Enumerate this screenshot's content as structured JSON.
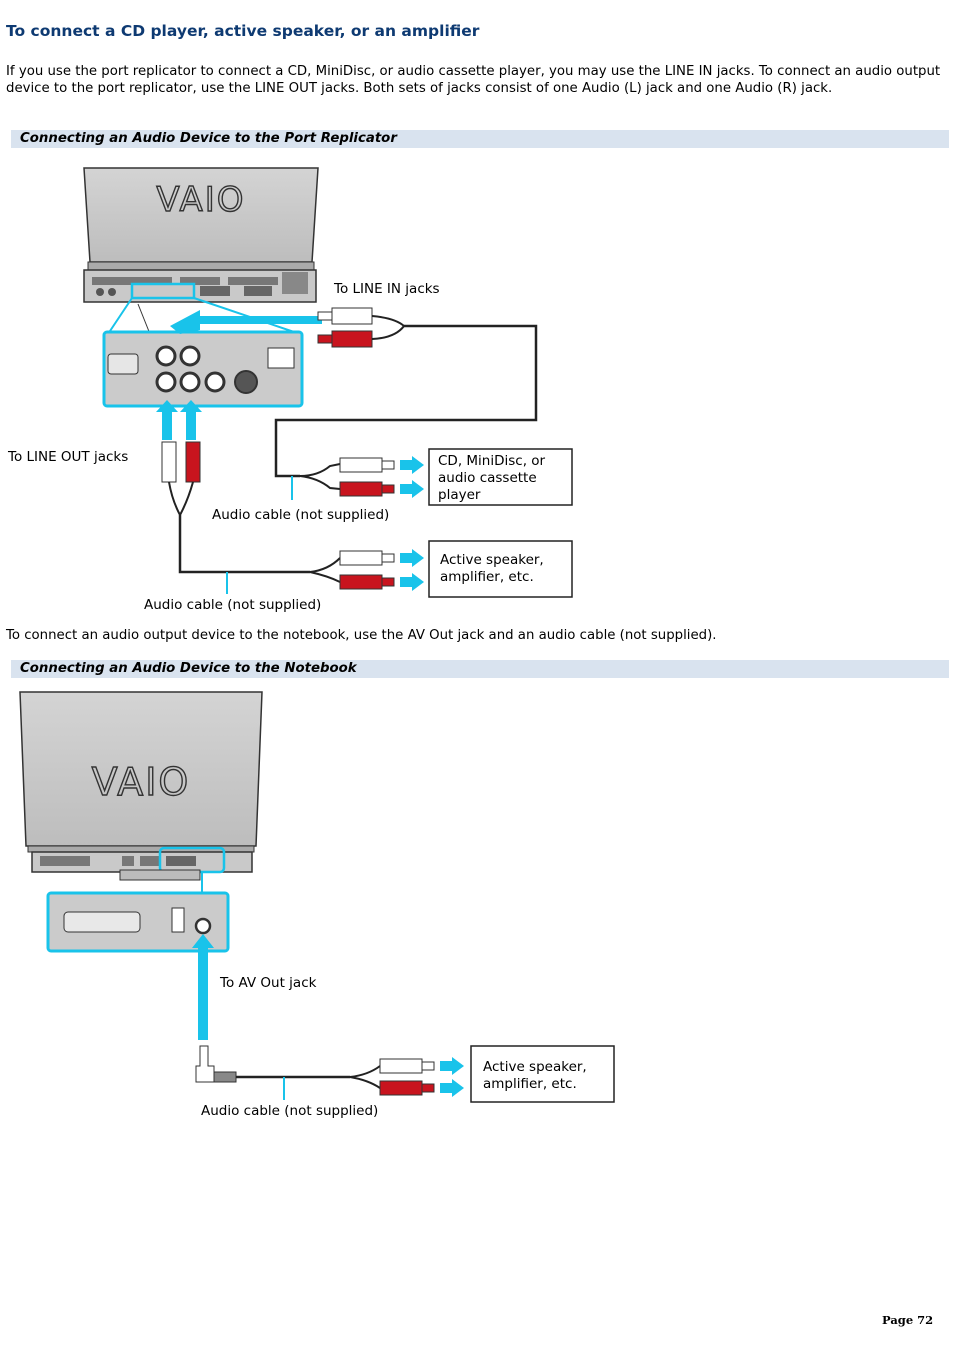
{
  "page": {
    "title": "To connect a CD player, active speaker, or an amplifier",
    "intro": "If you use the port replicator to connect a CD, MiniDisc, or audio cassette player, you may use the LINE IN jacks. To connect an audio output device to the port replicator, use the LINE OUT jacks. Both sets of jacks consist of one Audio (L) jack and one Audio (R) jack.",
    "section1_heading": "Connecting an Audio Device to the Port Replicator",
    "middle_text": "To connect an audio output device to the notebook, use the AV Out jack and an audio cable (not supplied).",
    "section2_heading": "Connecting an Audio Device to the Notebook",
    "page_number": "Page 72"
  },
  "figure1": {
    "logo_text": "VAIO",
    "label_line_in": "To LINE IN jacks",
    "label_line_out": "To LINE OUT jacks",
    "label_cable_upper": "Audio cable (not supplied)",
    "label_cable_lower": "Audio cable (not supplied)",
    "box_cd": [
      "CD, MiniDisc, or",
      "audio cassette",
      "player"
    ],
    "box_speaker": [
      "Active speaker,",
      "amplifier, etc."
    ]
  },
  "figure2": {
    "logo_text": "VAIO",
    "label_av_out": "To AV Out jack",
    "label_cable": "Audio cable (not supplied)",
    "box_speaker": [
      "Active speaker,",
      "amplifier, etc."
    ]
  },
  "colors": {
    "heading": "#0e3a72",
    "section_bar": "#d9e3ef",
    "highlight": "#19c3ea",
    "plug_red": "#c8141e"
  }
}
